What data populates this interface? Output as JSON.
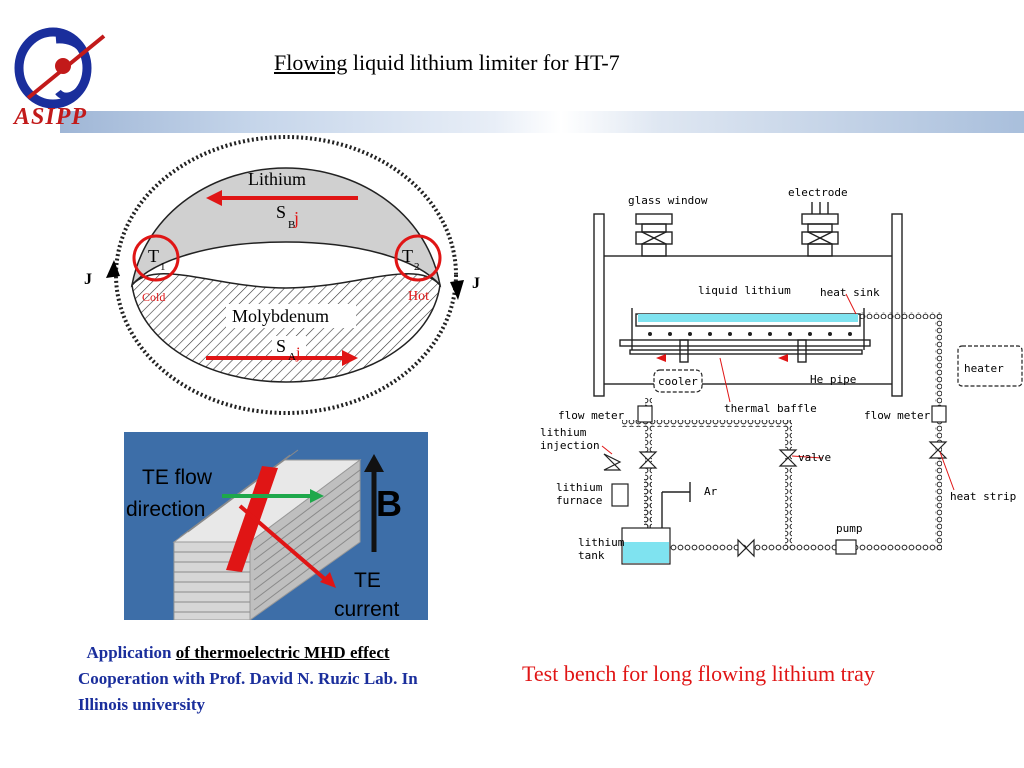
{
  "header": {
    "logo_text": "ASIPP",
    "title_underlined": "Flowing",
    "title_rest": " liquid lithium limiter for HT-7"
  },
  "loop_diagram": {
    "lithium_label": "Lithium",
    "molybdenum_label": "Molybdenum",
    "s_b": "S",
    "s_b_sub": "B",
    "j_b": "j",
    "s_a": "S",
    "s_a_sub": "A",
    "j_a": "j",
    "t1": "T",
    "t1_sub": "1",
    "t2": "T",
    "t2_sub": "2",
    "cold_label": "Cold",
    "hot_label": "Hot",
    "j_left": "J",
    "j_right": "J"
  },
  "te_photo": {
    "te_flow_line1": "TE flow",
    "te_flow_line2": "direction",
    "b_label": "B",
    "te_current_line1": "TE",
    "te_current_line2": "current"
  },
  "test_bench": {
    "glass_window": "glass window",
    "electrode": "electrode",
    "liquid_lithium": "liquid lithium",
    "heat_sink": "heat sink",
    "cooler": "cooler",
    "he_pipe": "He pipe",
    "heater": "heater",
    "thermal_baffle": "thermal baffle",
    "flow_meter_left": "flow meter",
    "flow_meter_right": "flow meter",
    "lithium_injection_1": "lithium",
    "lithium_injection_2": "injection",
    "valve": "valve",
    "lithium_furnace_1": "lithium",
    "lithium_furnace_2": "furnace",
    "ar": "Ar",
    "heat_strip": "heat strip",
    "pump": "pump",
    "lithium_tank_1": "lithium",
    "lithium_tank_2": "tank"
  },
  "captions": {
    "left_part1": "Application ",
    "left_part2": "of thermoelectric MHD effect",
    "left_part3": " Cooperation with Prof. David N. Ruzic Lab. In Illinois university",
    "right": "Test bench for long flowing lithium tray"
  },
  "colors": {
    "accent_red": "#e01515",
    "caption_blue": "#1a2e9c",
    "lithium_cyan": "#7fe3f0",
    "photo_bg": "#3d6ea8"
  }
}
